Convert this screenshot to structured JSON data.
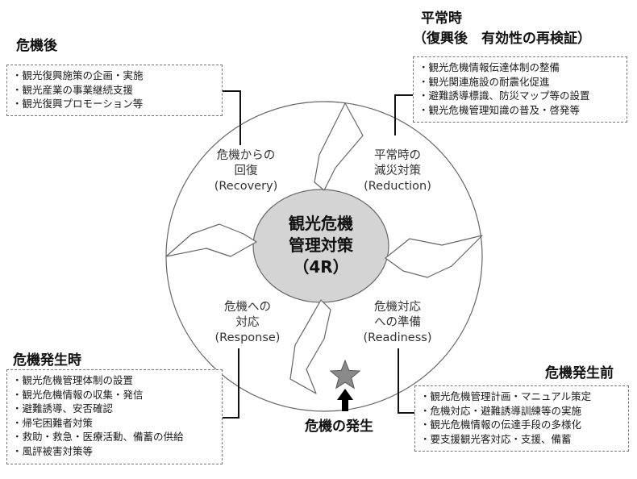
{
  "center": {
    "line1": "観光危機",
    "line2": "管理対策",
    "line3": "（4R）"
  },
  "phases": {
    "recovery": {
      "line1": "危機からの",
      "line2": "回復",
      "line3": "(Recovery)"
    },
    "reduction": {
      "line1": "平常時の",
      "line2": "減災対策",
      "line3": "(Reduction)"
    },
    "response": {
      "line1": "危機への",
      "line2": "対応",
      "line3": "(Response)"
    },
    "readiness": {
      "line1": "危機対応",
      "line2": "への準備",
      "line3": "(Readiness)"
    }
  },
  "groups": {
    "after": {
      "heading": "危機後",
      "items": [
        "・観光復興施策の企画・実施",
        "・観光産業の事業継続支援",
        "・観光復興プロモーション等"
      ]
    },
    "normal": {
      "heading1": "平常時",
      "heading2": "（復興後　有効性の再検証）",
      "items": [
        "・観光危機情報伝達体制の整備",
        "・観光関連施設の耐震化促進",
        "・避難誘導標識、防災マップ等の設置",
        "・観光危機管理知識の普及・啓発等"
      ]
    },
    "during": {
      "heading": "危機発生時",
      "items": [
        "・観光危機管理体制の設置",
        "・観光危機情報の収集・発信",
        "・避難誘導、安否確認",
        "・帰宅困難者対策",
        "・救助・救急・医療活動、備蓄の供給",
        "・風評被害対策等"
      ]
    },
    "before": {
      "heading": "危機発生前",
      "items": [
        "・観光危機管理計画・マニュアル策定",
        "・危機対応・避難誘導訓練等の実施",
        "・観光危機情報の伝達手段の多様化",
        "・要支援観光客対応・支援、備蓄"
      ]
    }
  },
  "occurrence": {
    "label": "危機の発生"
  },
  "colors": {
    "center_fill": "#d4d4d4",
    "star_fill": "#8a8a8a",
    "line": "#555555",
    "connector": "#111111"
  }
}
